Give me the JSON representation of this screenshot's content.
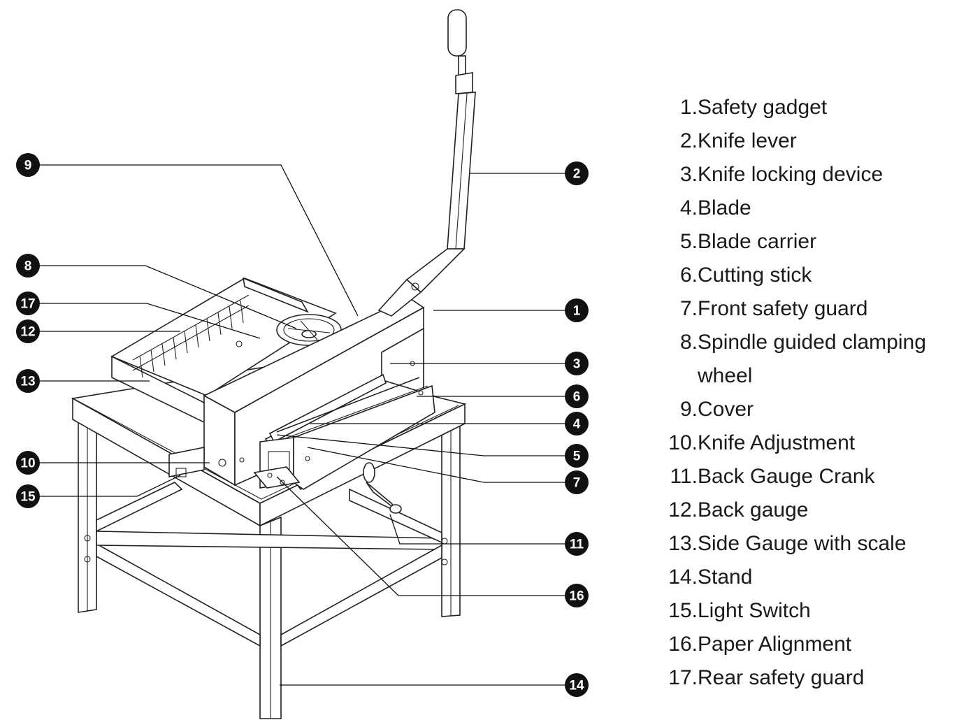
{
  "callouts": [
    "1",
    "2",
    "3",
    "4",
    "5",
    "6",
    "7",
    "8",
    "9",
    "10",
    "11",
    "12",
    "13",
    "14",
    "15",
    "16",
    "17"
  ],
  "legend": [
    {
      "num": "1.",
      "label": "Safety gadget"
    },
    {
      "num": "2.",
      "label": "Knife lever"
    },
    {
      "num": "3.",
      "label": "Knife locking device"
    },
    {
      "num": "4.",
      "label": "Blade"
    },
    {
      "num": "5.",
      "label": "Blade carrier"
    },
    {
      "num": "6.",
      "label": "Cutting stick"
    },
    {
      "num": "7.",
      "label": "Front safety guard"
    },
    {
      "num": "8.",
      "label": "Spindle guided clamping",
      "cont": "wheel"
    },
    {
      "num": "9.",
      "label": "Cover"
    },
    {
      "num": "10.",
      "label": "Knife Adjustment"
    },
    {
      "num": "11.",
      "label": "Back Gauge Crank"
    },
    {
      "num": "12.",
      "label": "Back gauge"
    },
    {
      "num": "13.",
      "label": "Side Gauge with scale"
    },
    {
      "num": "14.",
      "label": "Stand"
    },
    {
      "num": "15.",
      "label": "Light Switch"
    },
    {
      "num": "16.",
      "label": "Paper Alignment"
    },
    {
      "num": "17.",
      "label": "Rear safety guard"
    }
  ]
}
